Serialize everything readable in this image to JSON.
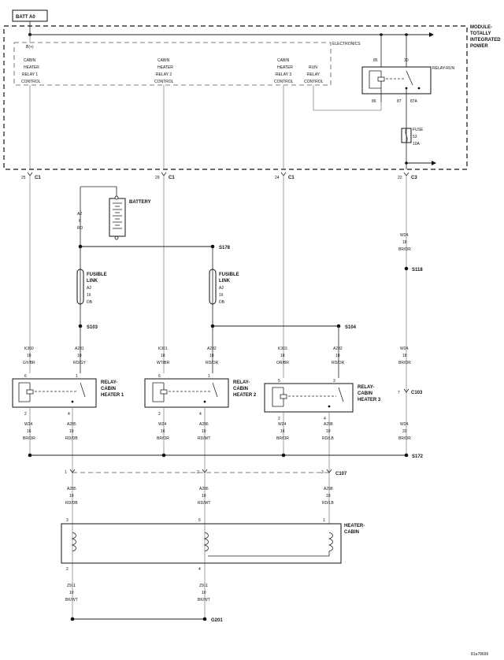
{
  "batt_label": "BATT A0",
  "module": {
    "line1": "MODULE-",
    "line2": "TOTALLY",
    "line3": "INTEGRATED",
    "line4": "POWER"
  },
  "electronics": "ELECTRONICS",
  "bplus": "B(+)",
  "ctrl1": [
    "CABIN",
    "HEATER",
    "RELAY 1",
    "CONTROL"
  ],
  "ctrl2": [
    "CABIN",
    "HEATER",
    "RELAY 2",
    "CONTROL"
  ],
  "ctrl3": [
    "CABIN",
    "HEATER",
    "RELAY 3",
    "CONTROL"
  ],
  "ctrl_run": [
    "RUN",
    "RELAY",
    "CONTROL"
  ],
  "relay_run": {
    "label": "RELAY-RUN",
    "p85": "85",
    "p30": "30",
    "p86": "86",
    "p87": "87",
    "p87a": "87A"
  },
  "fuse": {
    "l1": "FUSE",
    "l2": "53",
    "l3": "10A"
  },
  "connectors": {
    "c1a_pin": "25",
    "c1a": "C1",
    "c1b_pin": "29",
    "c1b": "C1",
    "c1c_pin": "24",
    "c1c": "C1",
    "c3_pin": "22",
    "c3": "C3",
    "c103_pin": "7",
    "c103": "C103",
    "c107": "C107",
    "c107_p1": "1",
    "c107_p2": "2",
    "c107_p3": "3"
  },
  "battery": "BATTERY",
  "splices": {
    "s178": "S178",
    "s103": "S103",
    "s104": "S104",
    "s118": "S118",
    "s172": "S172"
  },
  "fusible_link": [
    "FUSIBLE",
    "LINK"
  ],
  "wires": {
    "batt_a2": [
      "A2",
      "6",
      "RD"
    ],
    "fl1": [
      "A2",
      "16",
      "DB"
    ],
    "fl2": [
      "A2",
      "16",
      "DB"
    ],
    "w24_top": [
      "W24",
      "18",
      "BR/OR"
    ],
    "w24_mid": [
      "W24",
      "18",
      "BR/OR"
    ],
    "w24_low": [
      "W24",
      "20",
      "BR/OR"
    ],
    "k360": [
      "K360",
      "18",
      "GY/BR"
    ],
    "a281": [
      "A281",
      "10",
      "RD/GY"
    ],
    "k361": [
      "K361",
      "18",
      "WT/BR"
    ],
    "a282a": [
      "A282",
      "10",
      "RD/OR"
    ],
    "k363": [
      "K363",
      "18",
      "OR/BR"
    ],
    "a282b": [
      "A282",
      "10",
      "RD/OR"
    ],
    "r1_w24": [
      "W24",
      "16",
      "BR/OR"
    ],
    "r1_a285": [
      "A285",
      "10",
      "RD/DB"
    ],
    "r2_w24": [
      "W24",
      "16",
      "BR/OR"
    ],
    "r2_a286": [
      "A286",
      "10",
      "RD/WT"
    ],
    "r3_w24": [
      "W24",
      "16",
      "BR/OR"
    ],
    "r3_a298": [
      "A298",
      "10",
      "RD/LB"
    ],
    "h_a285": [
      "A285",
      "10",
      "RD/DB"
    ],
    "h_a286": [
      "A286",
      "10",
      "RD/WT"
    ],
    "h_a298": [
      "A298",
      "10",
      "RD/LB"
    ],
    "z911a": [
      "Z911",
      "10",
      "BK/WT"
    ],
    "z911b": [
      "Z911",
      "10",
      "BK/WT"
    ]
  },
  "relays": {
    "r1": [
      "RELAY-",
      "CABIN",
      "HEATER 1"
    ],
    "r2": [
      "RELAY-",
      "CABIN",
      "HEATER 2"
    ],
    "r3": [
      "RELAY-",
      "CABIN",
      "HEATER 3"
    ],
    "pins": {
      "p6": "6",
      "p1": "1",
      "p2": "2",
      "p4": "4",
      "p5": "5",
      "p3": "3"
    }
  },
  "heater": {
    "l1": "HEATER-",
    "l2": "CABIN",
    "p3": "3",
    "p5": "5",
    "p1": "1",
    "p2": "2",
    "p4": "4"
  },
  "ground": "G201",
  "ref": "81a78696"
}
